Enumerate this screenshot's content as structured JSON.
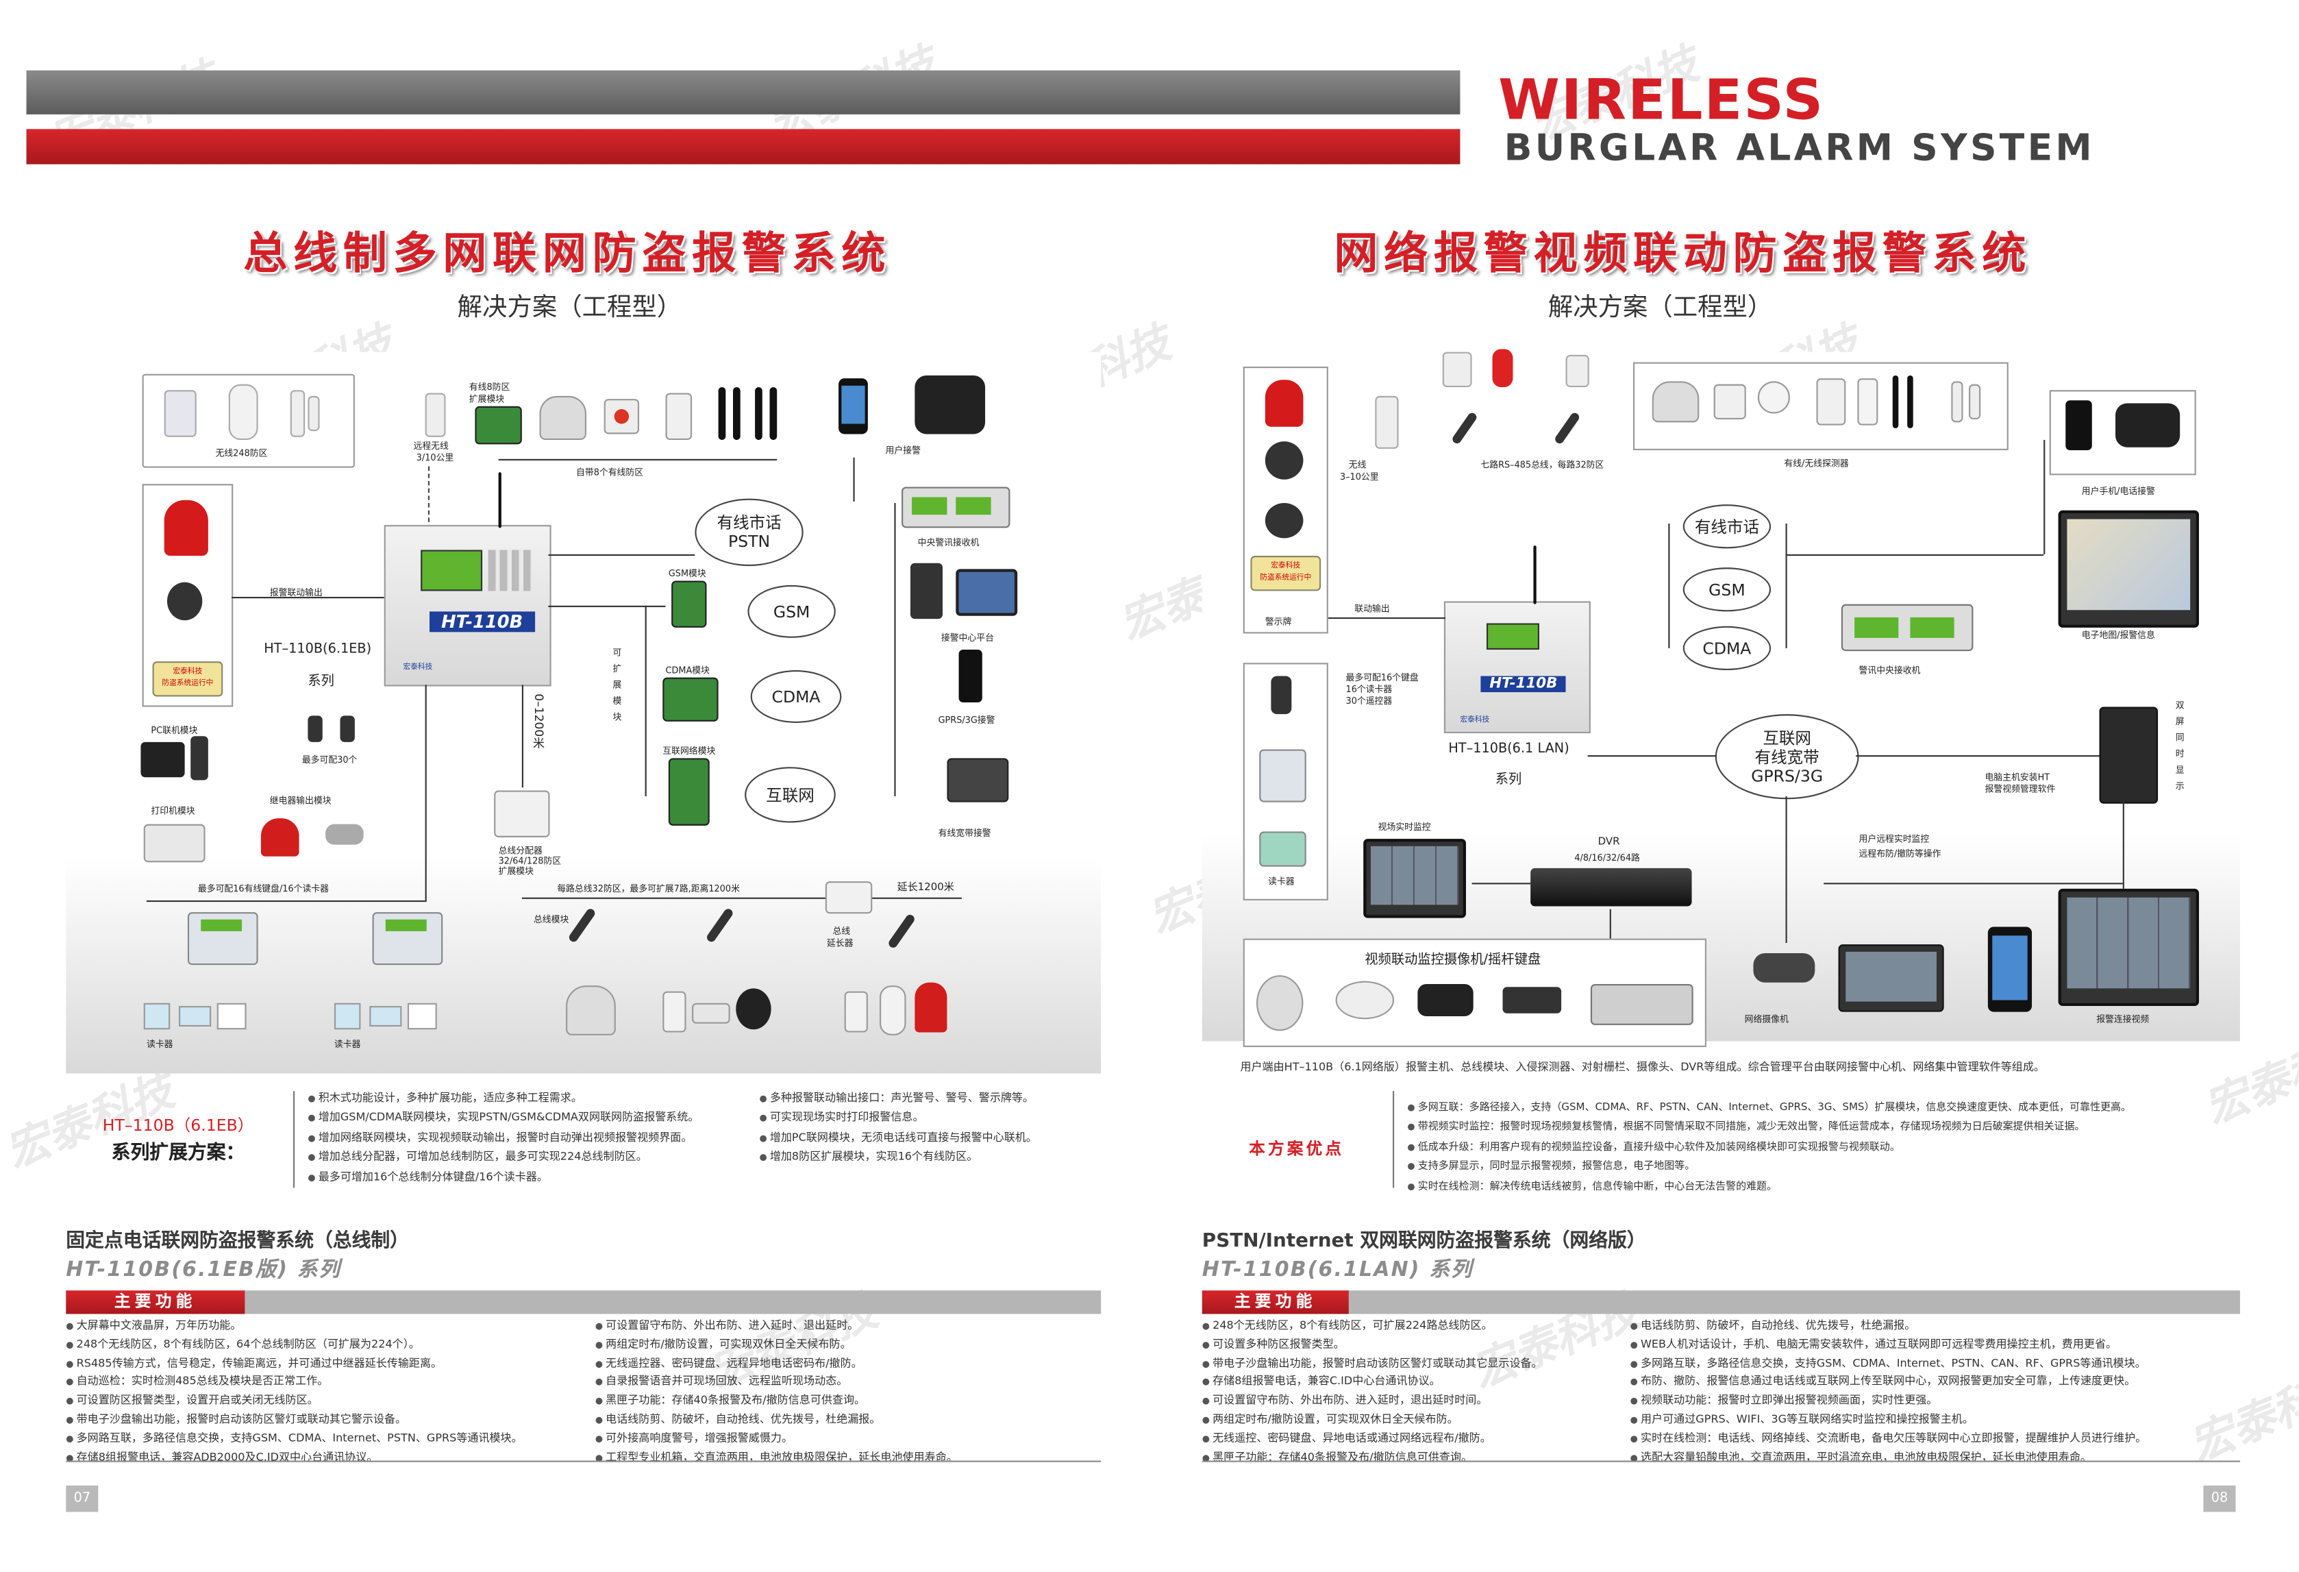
{
  "header": {
    "wireless": "WIRELESS",
    "burglar": "BURGLAR ALARM SYSTEM"
  },
  "watermark": "宏泰科技",
  "left": {
    "title": "总线制多网联网防盗报警系统",
    "subtitle": "解决方案（工程型）",
    "diagram": {
      "wireless248": "无线248防区",
      "remote": "远程无线",
      "remote_dist": "3/10公里",
      "exp8": "有线8防区",
      "exp8b": "扩展模块",
      "self8": "自带8个有线防区",
      "user_phone": "用户接警",
      "pstn_cloud": "有线市话\nPSTN",
      "gsm": "GSM",
      "cdma": "CDMA",
      "internet": "互联网",
      "gsm_mod": "GSM模块",
      "cdma_mod": "CDMA模块",
      "net_mod": "互联网络模块",
      "central_recv": "中央警讯接收机",
      "alarm_center": "接警中心平台",
      "gprs_recv": "GPRS/3G接警",
      "wired_bb": "有线宽带接警",
      "alarm_out": "报警联动输出",
      "model": "HT–110B(6.1EB)",
      "series": "系列",
      "pc_mod": "PC联机模块",
      "printer_mod": "打印机模块",
      "max30": "最多可配30个",
      "relay_mod": "继电器输出模块",
      "expandable": "可\n扩\n展\n模\n块",
      "range": "0–1200米",
      "distributor": "总线分配器",
      "dist_channels": "32/64/128防区",
      "dist_exp": "扩展模块",
      "max_kbd": "最多可配16有线键盘/16个读卡器",
      "bus_each": "每路总线32防区，最多可扩展7路,距离1200米",
      "extend": "延长1200米",
      "bus_ext": "总线",
      "bus_ext2": "延长器",
      "bus_mod": "总线模块",
      "card1": "读卡器",
      "card2": "读卡器",
      "sign_brand": "宏泰科技",
      "sign_text": "防盗系统运行中",
      "panel_logo": "HT-110B",
      "panel_brand": "宏泰科技"
    },
    "expansion_label": "HT–110B（6.1EB）",
    "expansion_label2": "系列扩展方案：",
    "expansion_col1": [
      "积木式功能设计，多种扩展功能，适应多种工程需求。",
      "增加GSM/CDMA联网模块，实现PSTN/GSM&CDMA双网联网防盗报警系统。",
      "增加网络联网模块，实现视频联动输出，报警时自动弹出视频报警视频界面。",
      "增加总线分配器，可增加总线制防区，最多可实现224总线制防区。",
      "最多可增加16个总线制分体键盘/16个读卡器。"
    ],
    "expansion_col2": [
      "多种报警联动输出接口：声光警号、警号、警示牌等。",
      "可实现现场实时打印报警信息。",
      "增加PC联网模块，无须电话线可直接与报警中心联机。",
      "增加8防区扩展模块，实现16个有线防区。"
    ],
    "product_title": "固定点电话联网防盗报警系统（总线制）",
    "product_model": "HT-110B(6.1EB版) 系列",
    "features_label": "主要功能",
    "features_col1": [
      "大屏幕中文液晶屏，万年历功能。",
      "248个无线防区，8个有线防区，64个总线制防区（可扩展为224个）。",
      "RS485传输方式，信号稳定，传输距离远，并可通过中继器延长传输距离。",
      "自动巡检：实时检测485总线及模块是否正常工作。",
      "可设置防区报警类型，设置开启或关闭无线防区。",
      "带电子沙盘输出功能，报警时启动该防区警灯或联动其它警示设备。",
      "多网路互联，多路径信息交换，支持GSM、CDMA、Internet、PSTN、GPRS等通讯模块。",
      "存储8组报警电话，兼容ADB2000及C.ID双中心台通讯协议。"
    ],
    "features_col2": [
      "可设置留守布防、外出布防、进入延时、退出延时。",
      "两组定时布/撤防设置，可实现双休日全天候布防。",
      "无线遥控器、密码键盘、远程异地电话密码布/撤防。",
      "自录报警语音并可现场回放、远程监听现场动态。",
      "黑匣子功能：存储40条报警及布/撤防信息可供查询。",
      "电话线防剪、防破坏，自动抢线、优先拨号，杜绝漏报。",
      "可外接高响度警号，增强报警威慑力。",
      "工程型专业机箱，交直流两用，电池放电极限保护，延长电池使用寿命。"
    ],
    "page": "07"
  },
  "right": {
    "title": "网络报警视频联动防盗报警系统",
    "subtitle": "解决方案（工程型）",
    "diagram": {
      "wireless": "无线",
      "wireless_dist": "3–10公里",
      "rs485": "七路RS–485总线，每路32防区",
      "detectors": "有线/无线探测器",
      "user_phone": "用户手机/电话接警",
      "pstn": "有线市话",
      "gsm": "GSM",
      "cdma": "CDMA",
      "link_out": "联动输出",
      "warn_sign": "警示牌",
      "sign_brand": "宏泰科技",
      "sign_text": "防盗系统运行中",
      "central_recv": "警讯中央接收机",
      "emap": "电子地图/报警信息",
      "dual": "双\n屏\n同\n时\n显\n示",
      "kbd_note": "最多可配16个键盘\n16个读卡器\n30个遥控器",
      "model": "HT–110B(6.1 LAN)",
      "series": "系列",
      "cloud": "互联网\n有线宽带\nGPRS/3G",
      "pc_note": "电脑主机安装HT\n报警视频管理软件",
      "card": "读卡器",
      "live": "视场实时监控",
      "dvr": "DVR",
      "dvr_ch": "4/8/16/32/64路",
      "remote_mon": "用户远程实时监控\n远程布防/撤防等操作",
      "cam_kbd": "视频联动监控摄像机/摇杆键盘",
      "net_cam": "网络摄像机",
      "alarm_video": "报警连接视频",
      "panel_logo": "HT-110B",
      "panel_brand": "宏泰科技"
    },
    "note": "用户端由HT–110B（6.1网络版）报警主机、总线模块、入侵探测器、对射栅栏、摄像头、DVR等组成。综合管理平台由联网接警中心机、网络集中管理软件等组成。",
    "adv_label": "本方案优点",
    "advantages": [
      "多网互联：多路径接入，支持（GSM、CDMA、RF、PSTN、CAN、Internet、GPRS、3G、SMS）扩展模块，信息交换速度更快、成本更低，可靠性更高。",
      "带视频实时监控：报警时现场视频复核警情，根据不同警情采取不同措施，减少无效出警，降低运营成本，存储现场视频为日后破案提供相关证据。",
      "低成本升级：利用客户现有的视频监控设备，直接升级中心软件及加装网络模块即可实现报警与视频联动。",
      "支持多屏显示，同时显示报警视频，报警信息，电子地图等。",
      "实时在线检测：解决传统电话线被剪，信息传输中断，中心台无法告警的难题。"
    ],
    "product_title": "PSTN/Internet 双网联网防盗报警系统（网络版）",
    "product_model": "HT-110B(6.1LAN) 系列",
    "features_label": "主要功能",
    "features_col1": [
      "248个无线防区，8个有线防区，可扩展224路总线防区。",
      "可设置多种防区报警类型。",
      "带电子沙盘输出功能，报警时启动该防区警灯或联动其它显示设备。",
      "存储8组报警电话，兼容C.ID中心台通讯协议。",
      "可设置留守布防、外出布防、进入延时，退出延时时间。",
      "两组定时布/撤防设置，可实现双休日全天候布防。",
      "无线遥控、密码键盘、异地电话或通过网络远程布/撤防。",
      "黑匣子功能：存储40条报警及布/撤防信息可供查询。"
    ],
    "features_col2": [
      "电话线防剪、防破坏，自动抢线、优先拨号，杜绝漏报。",
      "WEB人机对话设计，手机、电脑无需安装软件，通过互联网即可远程零费用操控主机，费用更省。",
      "多网路互联，多路径信息交换，支持GSM、CDMA、Internet、PSTN、CAN、RF、GPRS等通讯模块。",
      "布防、撤防、报警信息通过电话线或互联网上传至联网中心，双网报警更加安全可靠，上传速度更快。",
      "视频联动功能：报警时立即弹出报警视频画面，实时性更强。",
      "用户可通过GPRS、WIFI、3G等互联网络实时监控和操控报警主机。",
      "实时在线检测：电话线、网络掉线、交流断电，备电欠压等联网中心立即报警，提醒维护人员进行维护。",
      "选配大容量铅酸电池，交直流两用，平时涓流充电，电池放电极限保护，延长电池使用寿命。"
    ],
    "page": "08"
  },
  "colors": {
    "red": "#d51f26",
    "gray": "#6d6d6d",
    "lcd": "#5fb52e"
  }
}
